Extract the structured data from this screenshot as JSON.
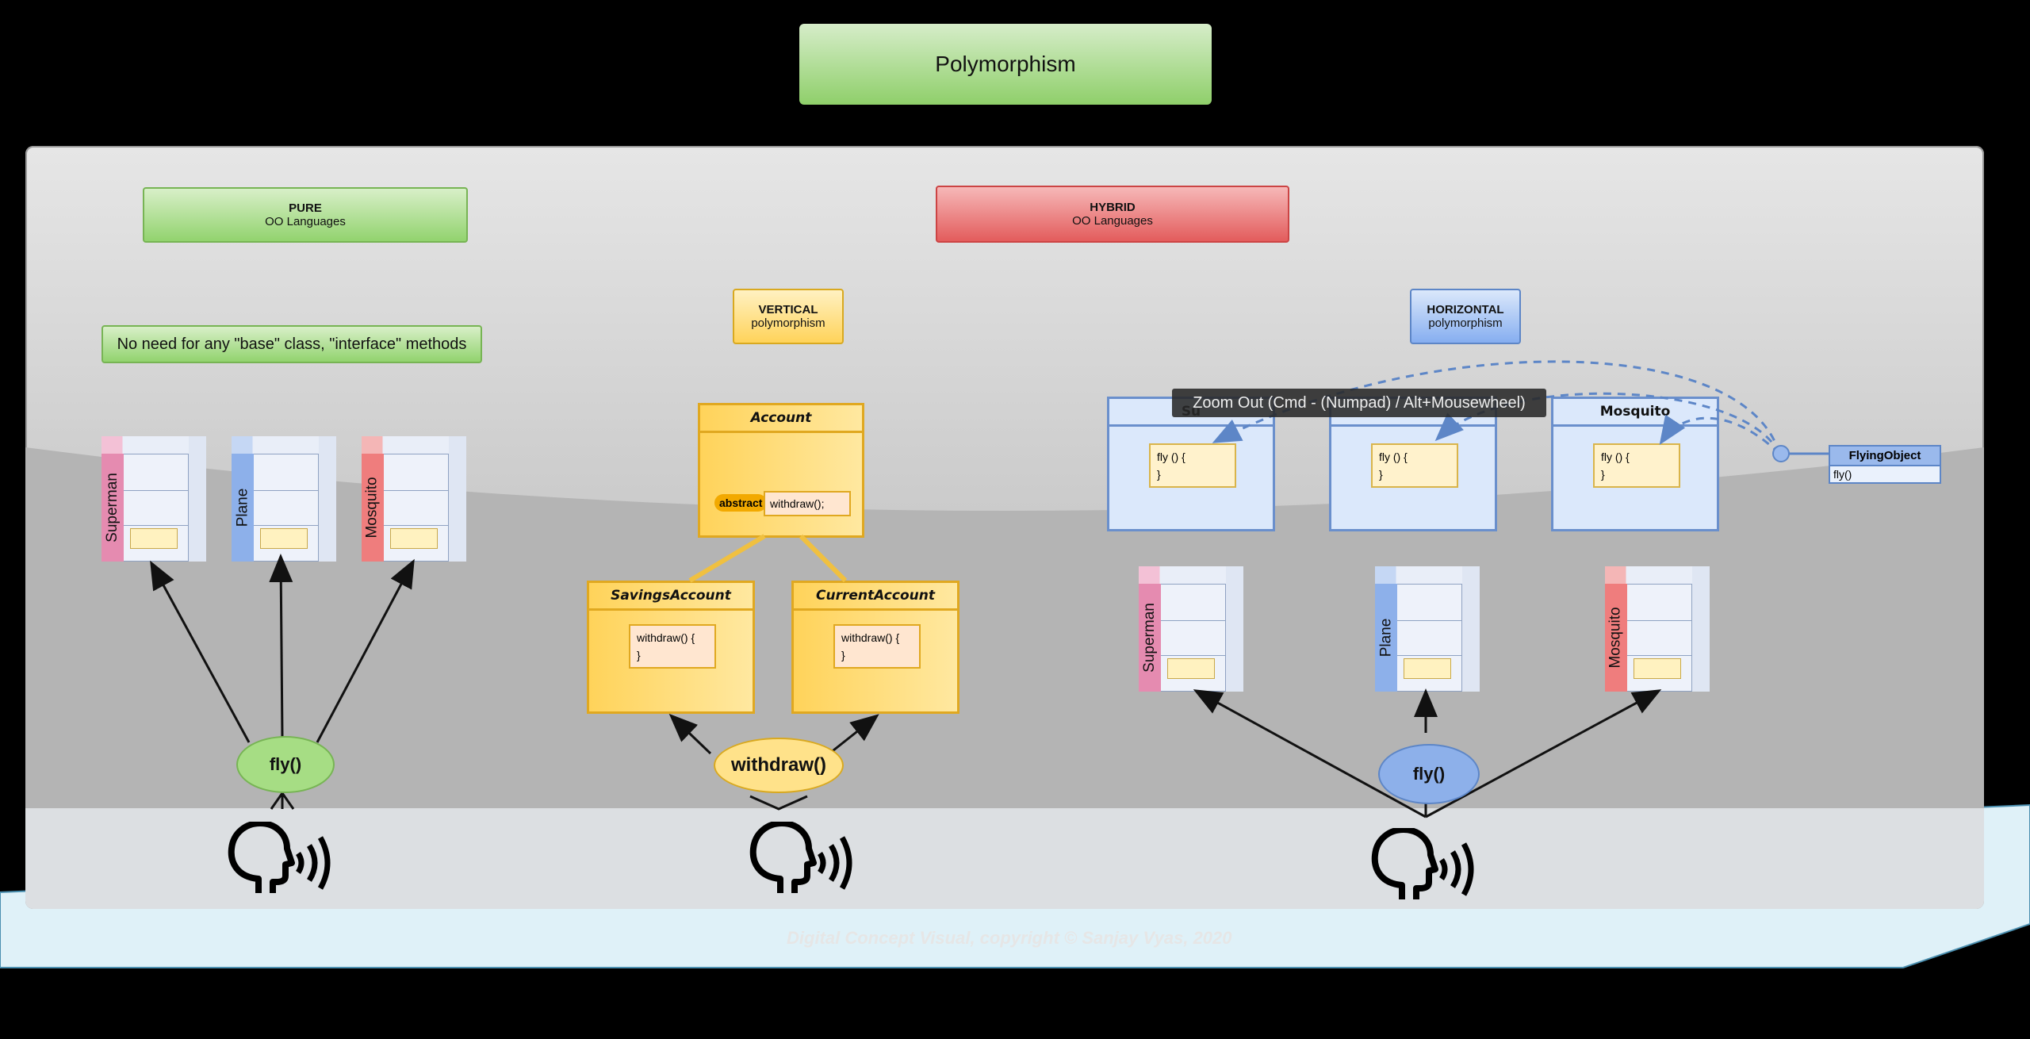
{
  "title": "Polymorphism",
  "pure": {
    "line1": "PURE",
    "line2": "OO Languages"
  },
  "hybrid": {
    "line1": "HYBRID",
    "line2": "OO Languages"
  },
  "no_base_note": "No need for any \"base\" class, \"interface\" methods",
  "vertical": {
    "line1": "VERTICAL",
    "line2": "polymorphism"
  },
  "horizontal": {
    "line1": "HORIZONTAL",
    "line2": "polymorphism"
  },
  "account": {
    "name": "Account",
    "abstract_badge": "abstract",
    "method": "withdraw();"
  },
  "savings": {
    "name": "SavingsAccount",
    "method_open": "withdraw() {",
    "method_close": "}"
  },
  "current": {
    "name": "CurrentAccount",
    "method_open": "withdraw() {",
    "method_close": "}"
  },
  "horizontal_classes": [
    {
      "name": "Su",
      "method_open": "fly () {",
      "method_close": "}"
    },
    {
      "name": "",
      "method_open": "fly () {",
      "method_close": "}"
    },
    {
      "name": "Mosquito",
      "method_open": "fly () {",
      "method_close": "}"
    }
  ],
  "flying_object": {
    "name": "FlyingObject",
    "method": "fly()"
  },
  "pure_cubes": [
    "Superman",
    "Plane",
    "Mosquito"
  ],
  "hybrid_cubes": [
    "Superman",
    "Plane",
    "Mosquito"
  ],
  "clouds": {
    "pure": "fly()",
    "vertical": "withdraw()",
    "horizontal": "fly()"
  },
  "tooltip": "Zoom Out (Cmd - (Numpad) / Alt+Mousewheel)",
  "copyright": "Digital Concept Visual, copyright © Sanjay Vyas, 2020",
  "colors": {
    "superman": "#e58bb0",
    "plane": "#8db0ea",
    "mosquito": "#ef7d7d"
  }
}
